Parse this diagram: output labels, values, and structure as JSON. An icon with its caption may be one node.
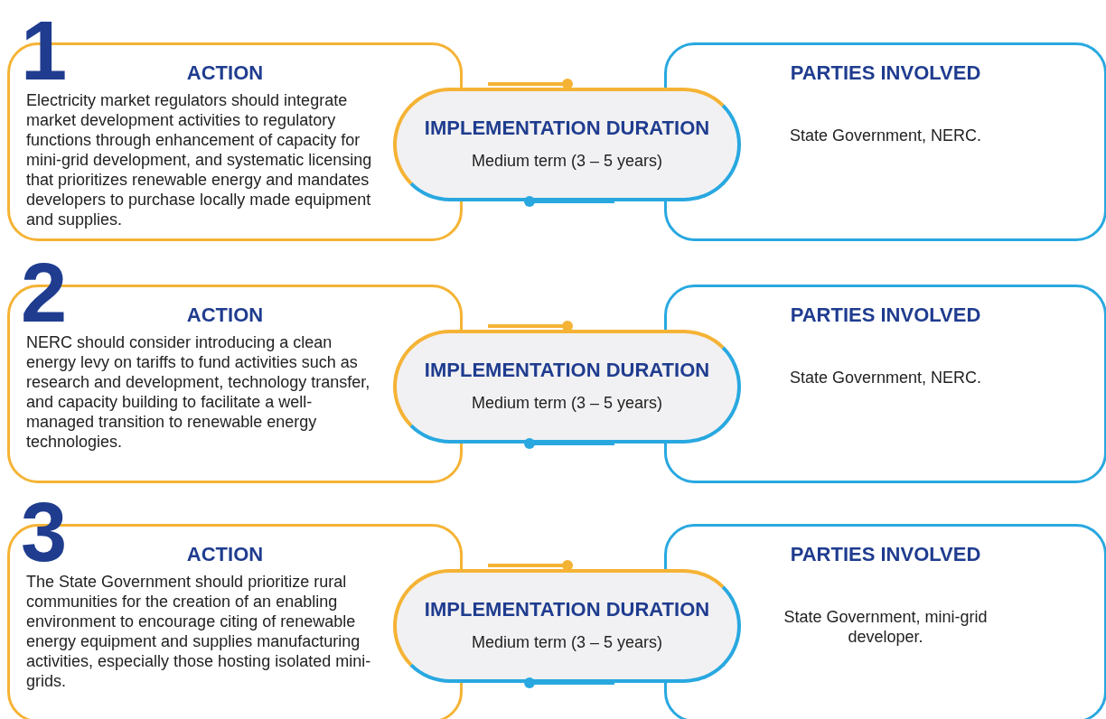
{
  "diagram": {
    "nodes": [
      {
        "text": [
          "1",
          "ACTION",
          "Electricity market regulators should integrate market development activities to regulatory functions through enhancement of capacity for mini-grid development, and systematic licensing that prioritizes renewable energy and mandates developers to purchase locally made equipment and supplies."
        ]
      },
      {
        "text": [
          "IMPLEMENTATION DURATION",
          "Medium term (3 – 5 years)"
        ]
      },
      {
        "text": [
          "PARTIES INVOLVED",
          "State Government, NERC."
        ]
      },
      {
        "text": [
          "2",
          "ACTION",
          "NERC should consider introducing a clean energy levy on tariffs to fund activities such as research and development, technology transfer, and capacity building to facilitate a well-managed transition to renewable energy technologies."
        ]
      },
      {
        "text": [
          "IMPLEMENTATION DURATION",
          "Medium term (3 – 5 years)"
        ]
      },
      {
        "text": [
          "PARTIES INVOLVED",
          "State Government, NERC."
        ]
      },
      {
        "text": [
          "3",
          "ACTION",
          "The State Government should prioritize rural communities for the creation of an enabling environment to encourage citing of renewable energy equipment and supplies manufacturing activities, especially those hosting isolated mini-grids."
        ]
      },
      {
        "text": [
          "IMPLEMENTATION DURATION",
          "Medium term (3 – 5 years)"
        ]
      },
      {
        "text": [
          "PARTIES INVOLVED",
          "State Government, mini-grid developer."
        ]
      }
    ]
  }
}
